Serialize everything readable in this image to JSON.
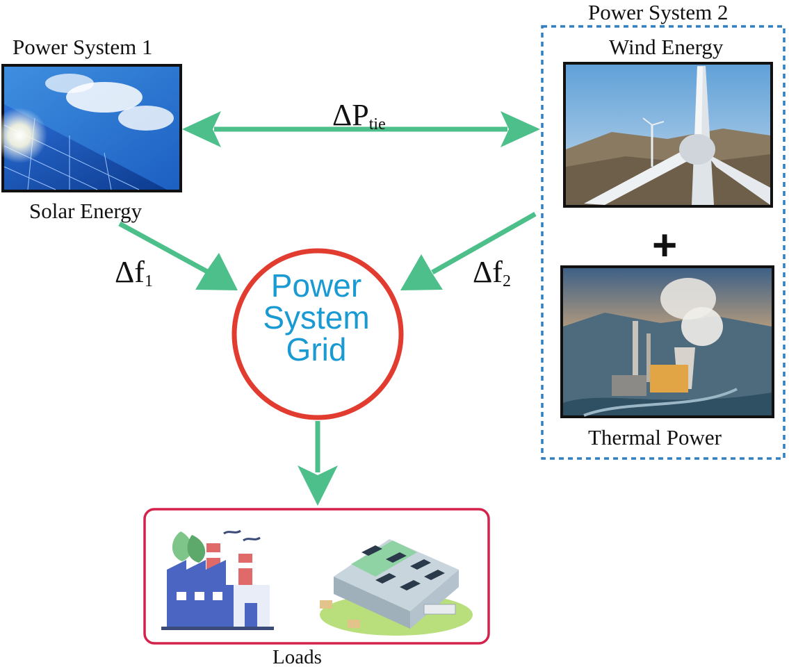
{
  "power_system_1": {
    "title": "Power System 1",
    "energy_label": "Solar Energy",
    "image_icon": "solar-panel-photo"
  },
  "power_system_2": {
    "title": "Power System 2",
    "wind_label": "Wind Energy",
    "wind_icon": "wind-turbine-photo",
    "plus": "+",
    "thermal_label": "Thermal Power",
    "thermal_icon": "thermal-plant-photo"
  },
  "links": {
    "tie": {
      "delta": "ΔP",
      "sub": "tie"
    },
    "f1": {
      "delta": "Δf",
      "sub": "1"
    },
    "f2": {
      "delta": "Δf",
      "sub": "2"
    }
  },
  "grid": {
    "lines": [
      "Power",
      "System",
      "Grid"
    ]
  },
  "loads": {
    "label": "Loads",
    "icons": [
      "green-factory-icon",
      "warehouse-icon"
    ]
  },
  "colors": {
    "arrow": "#4dbf8a",
    "grid_circle": "#e23b30",
    "grid_text": "#1a9ad2",
    "ps2_border": "#2f7fc1",
    "loads_border": "#d4224a"
  }
}
